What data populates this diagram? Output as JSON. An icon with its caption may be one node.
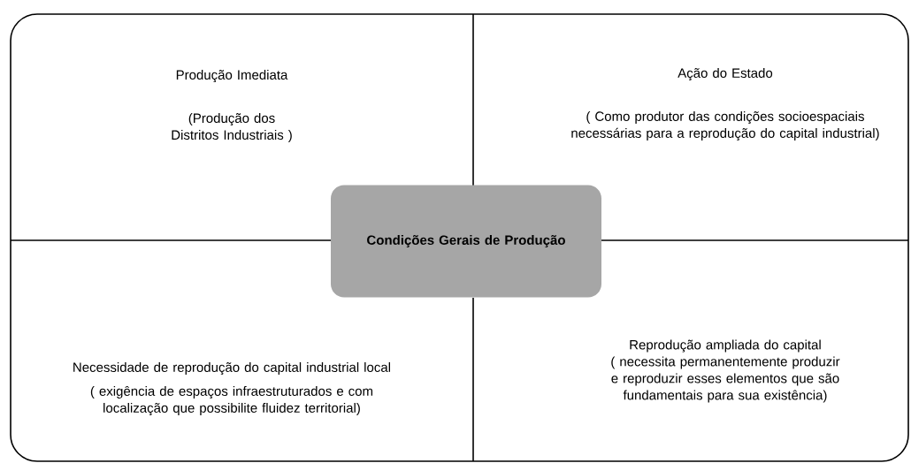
{
  "diagram": {
    "nodes": [
      {
        "text": [
          "Produção Imediata",
          "(Produção dos Distritos Industriais )"
        ]
      },
      {
        "text": [
          "Ação do Estado",
          "( Como produtor das condições socioespaciais necessárias para a reprodução do capital industrial)"
        ]
      },
      {
        "text": [
          "Condições Gerais de Produção"
        ]
      },
      {
        "text": [
          "Necessidade de reprodução do capital industrial local",
          "( exigência de espaços infraestruturados e com localização que possibilite fluidez territorial)"
        ]
      },
      {
        "text": [
          "Reprodução ampliada do capital",
          "( necessita permanentemente produzir e reproduzir esses elementos que são fundamentais para sua existência)"
        ]
      }
    ]
  }
}
